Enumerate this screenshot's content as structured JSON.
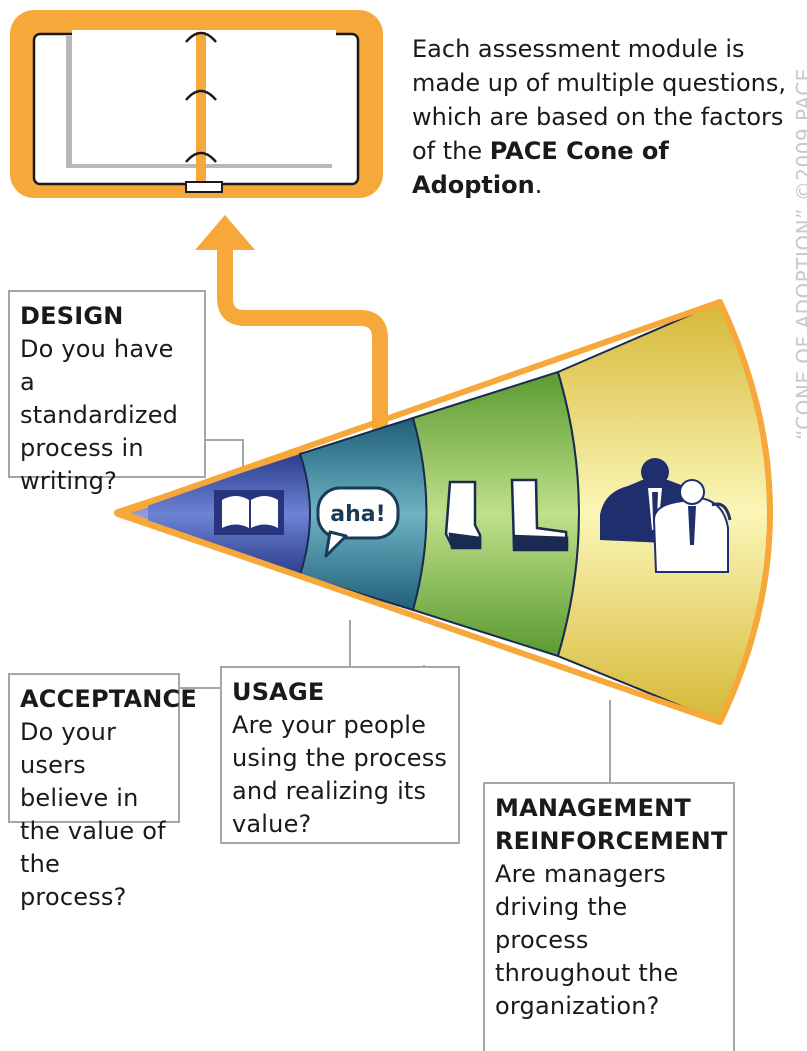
{
  "intro": {
    "text": "Each assessment module is made up of multiple questions, which are based on the factors of the ",
    "emphasis": "PACE Cone of Adoption",
    "end": "."
  },
  "icons": {
    "binder": "binder-icon",
    "book": "book-icon",
    "speech": "speech-bubble-icon",
    "walking": "walking-feet-icon",
    "managers": "managers-icon"
  },
  "aha_label": "aha!",
  "boxes": {
    "design": {
      "title": "DESIGN",
      "text": "Do you have a standardized process in writing?"
    },
    "acceptance": {
      "title": "ACCEPTANCE",
      "text": "Do your users believe in the value of the process?"
    },
    "usage": {
      "title": "USAGE",
      "text": "Are your people using the process and realizing its value?"
    },
    "management": {
      "title": "MANAGEMENT REINFORCEMENT",
      "text": "Are managers driving the process throughout the organization?"
    }
  },
  "copyright": "“CONE OF ADOPTION” ©2009 PACE",
  "colors": {
    "orange": "#f7a83a",
    "design": "#3f4f98",
    "acceptance": "#2e7189",
    "usage": "#6ea23a",
    "management": "#dcc23e",
    "border": "#a6a6a6"
  }
}
